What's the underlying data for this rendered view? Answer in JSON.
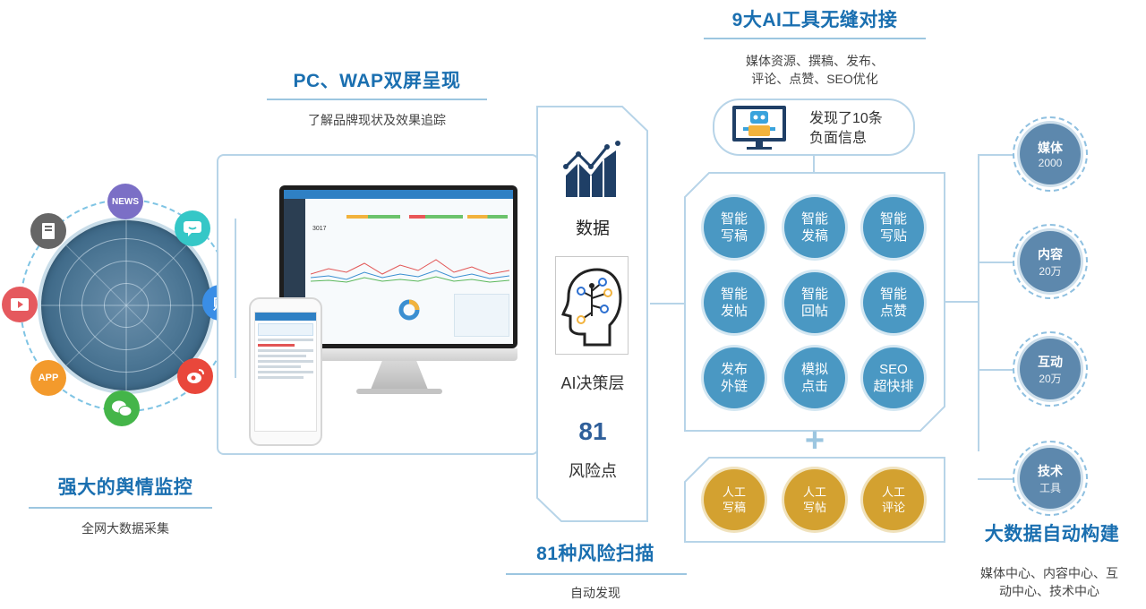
{
  "sections": {
    "monitor": {
      "title": "强大的舆情监控",
      "subtitle": "全网大数据采集"
    },
    "screens": {
      "title": "PC、WAP双屏呈现",
      "subtitle": "了解品牌现状及效果追踪"
    },
    "risk": {
      "title": "81种风险扫描",
      "subtitle": "自动发现"
    },
    "tools": {
      "title": "9大AI工具无缝对接",
      "subtitle": "媒体资源、撰稿、发布、\n评论、点赞、SEO优化"
    },
    "bigdata": {
      "title": "大数据自动构建",
      "subtitle": "媒体中心、内容中心、互\n动中心、技术中心"
    }
  },
  "radar_icons": [
    {
      "name": "news",
      "label": "NEWS",
      "color": "#7b6fc6"
    },
    {
      "name": "chat",
      "label": "",
      "color": "#35c7c7"
    },
    {
      "name": "tieba",
      "label": "贴",
      "color": "#3a8ee6"
    },
    {
      "name": "weibo",
      "label": "",
      "color": "#e9473b"
    },
    {
      "name": "wechat",
      "label": "",
      "color": "#44b549"
    },
    {
      "name": "app",
      "label": "APP",
      "color": "#f39a2c"
    },
    {
      "name": "video",
      "label": "",
      "color": "#e5595e"
    },
    {
      "name": "book",
      "label": "",
      "color": "#666666"
    }
  ],
  "middle_column": {
    "data_label": "数据",
    "ai_label": "AI决策层",
    "risk_count": "81",
    "risk_label": "风险点"
  },
  "robot_notice": {
    "text": "发现了10条\n负面信息"
  },
  "ai_tools": [
    "智能\n写稿",
    "智能\n发稿",
    "智能\n写贴",
    "智能\n发帖",
    "智能\n回帖",
    "智能\n点赞",
    "发布\n外链",
    "模拟\n点击",
    "SEO\n超快排"
  ],
  "plus_sign": "+",
  "manual_tools": [
    "人工\n写稿",
    "人工\n写帖",
    "人工\n评论"
  ],
  "hubs": [
    {
      "name": "媒体",
      "value": "2000"
    },
    {
      "name": "内容",
      "value": "20万"
    },
    {
      "name": "互动",
      "value": "20万"
    },
    {
      "name": "技术",
      "value": "工具"
    }
  ],
  "dashboard": {
    "big_number": "3017"
  },
  "colors": {
    "brand_blue": "#1a6fb0",
    "skill_blue": "#4a98c3",
    "manual_gold": "#d3a130",
    "hub_blue": "#5d88ad"
  }
}
